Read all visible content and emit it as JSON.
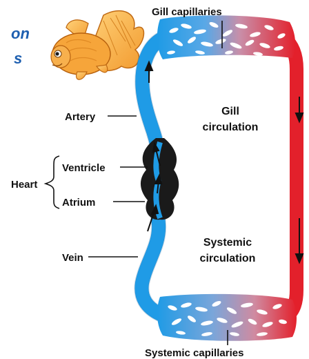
{
  "title": {
    "line1": "on",
    "line2": "s"
  },
  "labels": {
    "gill_capillaries": "Gill  capillaries",
    "gill_circulation_1": "Gill",
    "gill_circulation_2": "circulation",
    "artery": "Artery",
    "heart": "Heart",
    "ventricle": "Ventricle",
    "atrium": "Atrium",
    "vein": "Vein",
    "systemic_circulation_1": "Systemic",
    "systemic_circulation_2": "circulation",
    "systemic_capillaries": "Systemic  capillaries"
  },
  "colors": {
    "deoxygenated": "#1f9be6",
    "oxygenated": "#e3202b",
    "title": "#1e5fb0",
    "heart": "#1a1a1a"
  },
  "icons": {
    "fish": "goldfish-illustration"
  }
}
